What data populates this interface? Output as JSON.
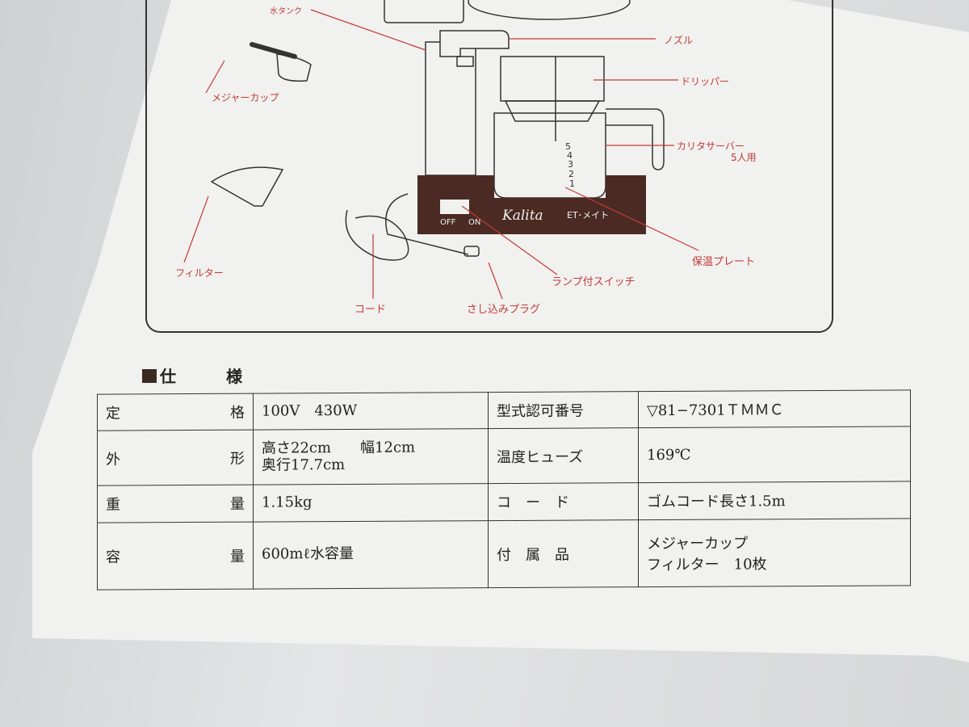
{
  "diagram": {
    "labels": {
      "water_tank": "水タンク",
      "nozzle": "ノズル",
      "measure_cup": "メジャーカップ",
      "dripper": "ドリッパー",
      "server": "カリタサーバー",
      "server_sub": "5人用",
      "filter": "フィルター",
      "warming_plate": "保温プレート",
      "lamp_switch": "ランプ付スイッチ",
      "cord": "コード",
      "plug": "さし込みプラグ"
    },
    "device": {
      "brand": "Kalita",
      "model": "ET･メイト",
      "switch_off": "OFF",
      "switch_on": "ON",
      "scale": [
        "5",
        "4",
        "3",
        "2",
        "1"
      ]
    },
    "colors": {
      "leader": "#c23a3a",
      "base": "#4a2a22"
    }
  },
  "specs": {
    "title_a": "仕",
    "title_b": "様",
    "rows": [
      {
        "k1a": "定",
        "k1b": "格",
        "v1": [
          "100V　430W"
        ],
        "k2": "型式認可番号",
        "v2": [
          "▽81−7301ＴＭＭＣ"
        ]
      },
      {
        "k1a": "外",
        "k1b": "形",
        "v1": [
          "高さ22cm　　幅12cm",
          "奥行17.7cm"
        ],
        "k2": "温度ヒューズ",
        "v2": [
          "169℃"
        ]
      },
      {
        "k1a": "重",
        "k1b": "量",
        "v1": [
          "1.15kg"
        ],
        "k2": "コ　ー　ド",
        "v2": [
          "ゴムコード長さ1.5m"
        ]
      },
      {
        "k1a": "容",
        "k1b": "量",
        "v1": [
          "600mℓ水容量"
        ],
        "k2": "付　属　品",
        "v2": [
          "メジャーカップ",
          "フィルター　10枚"
        ]
      }
    ]
  }
}
